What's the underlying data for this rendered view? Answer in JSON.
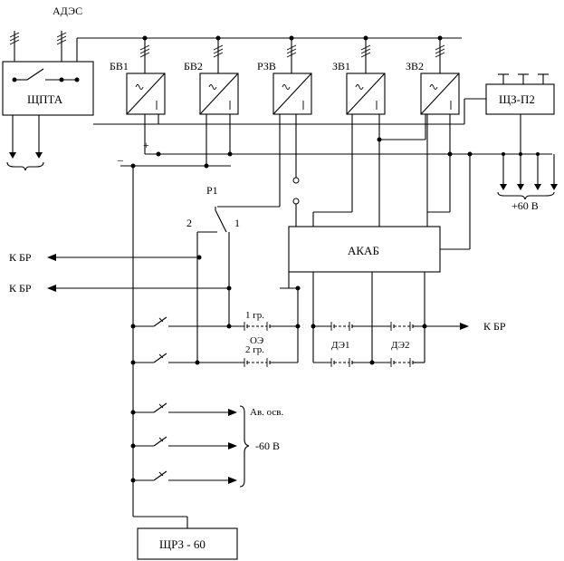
{
  "labels": {
    "ades": "АДЭС",
    "shchpta": "ЩПТА",
    "bv1": "БВ1",
    "bv2": "БВ2",
    "rzv": "РЗВ",
    "zv1": "ЗВ1",
    "zv2": "ЗВ2",
    "shchzp2": "ЩЗ-П2",
    "plus": "+",
    "minus": "–",
    "plus60": "+60 В",
    "r1": "Р1",
    "r1_contact_2": "2",
    "r1_contact_1": "1",
    "k_br_1": "К БР",
    "k_br_2": "К БР",
    "k_br_3": "К БР",
    "akab": "АКАБ",
    "gr1": "1 гр.",
    "gr2": "2 гр.",
    "oe": "ОЭ",
    "de1": "ДЭ1",
    "de2": "ДЭ2",
    "av_osv": "Ав. осв.",
    "minus60": "-60 В",
    "shchrz60": "ЩРЗ - 60"
  }
}
